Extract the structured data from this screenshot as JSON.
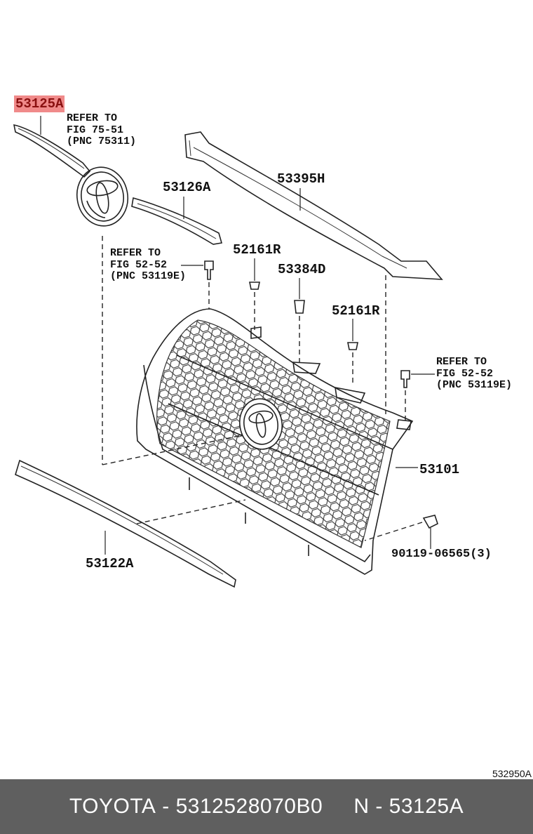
{
  "parts": {
    "p53125a": "53125A",
    "p53126a": "53126A",
    "p53395h": "53395H",
    "p52161r_a": "52161R",
    "p53384d": "53384D",
    "p52161r_b": "52161R",
    "p53101": "53101",
    "p53122a": "53122A",
    "p90119": "90119-06565(3)"
  },
  "refs": {
    "ref1": "REFER TO\nFIG 75-51\n(PNC 75311)",
    "ref2": "REFER TO\nFIG 52-52\n(PNC 53119E)",
    "ref3": "REFER TO\nFIG 52-52\n(PNC 53119E)"
  },
  "diagram_id": "532950A",
  "footer": {
    "brand": "TOYOTA",
    "part_number": "5312528070B0",
    "pnc": "N - 53125A"
  },
  "colors": {
    "highlight": "#f08a8a",
    "footer_bg": "#5f5f5f"
  }
}
